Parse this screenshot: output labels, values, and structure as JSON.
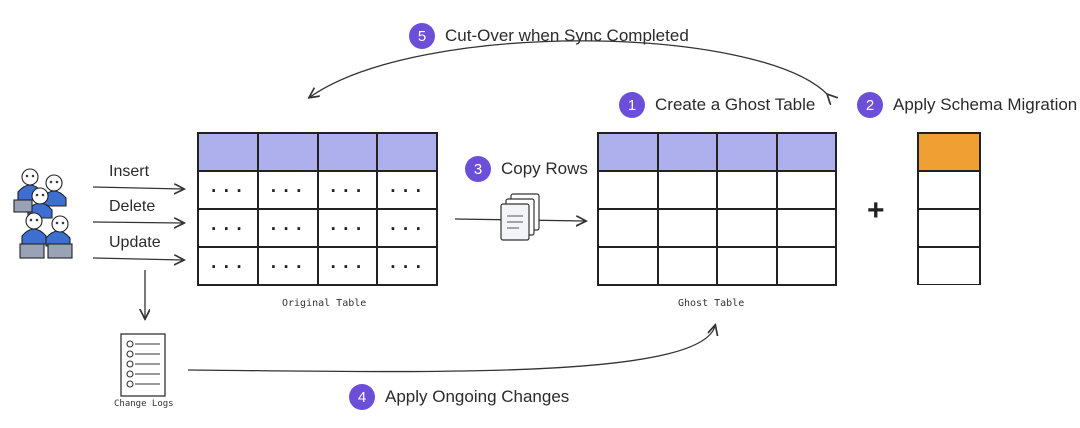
{
  "steps": [
    {
      "number": "5",
      "label": "Cut-Over when Sync Completed"
    },
    {
      "number": "1",
      "label": "Create a Ghost Table"
    },
    {
      "number": "2",
      "label": "Apply Schema Migration"
    },
    {
      "number": "3",
      "label": "Copy Rows"
    },
    {
      "number": "4",
      "label": "Apply Ongoing Changes"
    }
  ],
  "operations": [
    "Insert",
    "Delete",
    "Update"
  ],
  "original_table": {
    "caption": "Original Table",
    "rows": [
      [
        "···",
        "···",
        "···",
        "···"
      ],
      [
        "···",
        "···",
        "···",
        "···"
      ],
      [
        "···",
        "···",
        "···",
        "···"
      ]
    ]
  },
  "ghost_table": {
    "caption": "Ghost Table"
  },
  "change_logs": {
    "caption": "Change Logs"
  },
  "plus_sign": "+",
  "colors": {
    "badge": "#6b4fd8",
    "header": "#aeb0ee",
    "migration": "#f0a033",
    "users": "#3d6fd1"
  }
}
